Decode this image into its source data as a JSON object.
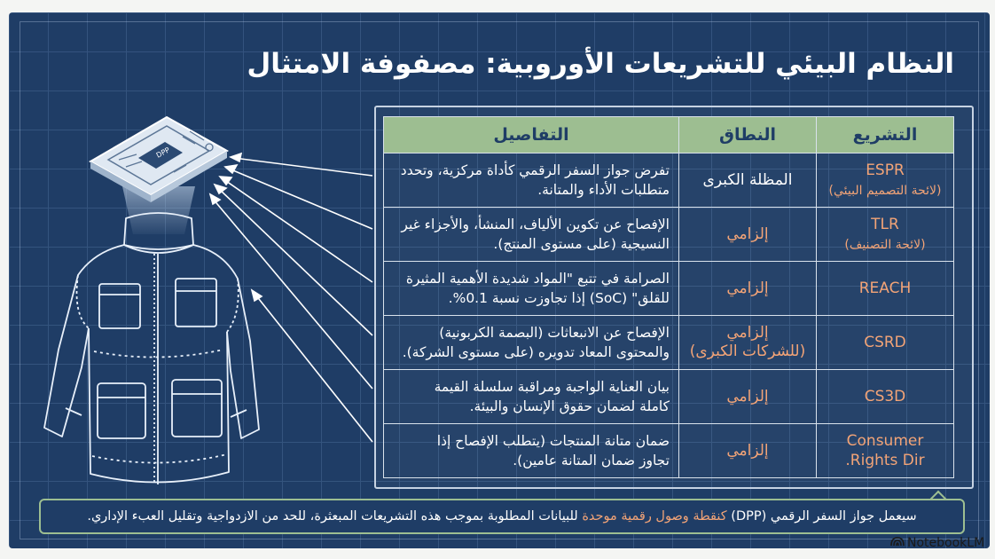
{
  "title": "النظام البيئي للتشريعات الأوروبية: مصفوفة الامتثال",
  "table": {
    "headers": {
      "law": "التشريع",
      "scope": "النطاق",
      "details": "التفاصيل"
    },
    "rows": [
      {
        "law": "ESPR",
        "law_sub": "(لائحة التصميم البيئي)",
        "scope_line1": "المظلة الكبرى",
        "scope_line2": "",
        "details_line1": "تفرض جواز السفر الرقمي كأداة مركزية، وتحدد",
        "details_line2": "متطلبات الأداء والمتانة."
      },
      {
        "law": "TLR",
        "law_sub": "(لائحة التصنيف)",
        "scope_line1": "إلزامي",
        "scope_line2": "",
        "details_line1": "الإفصاح عن تكوين الألياف، المنشأ، والأجزاء غير",
        "details_line2": "النسيجية (على مستوى المنتج)."
      },
      {
        "law": "REACH",
        "law_sub": "",
        "scope_line1": "إلزامي",
        "scope_line2": "",
        "details_line1": "الصرامة في تتبع \"المواد شديدة الأهمية المثيرة",
        "details_line2": "للقلق\" (SoC) إذا تجاوزت نسبة 0.1%."
      },
      {
        "law": "CSRD",
        "law_sub": "",
        "scope_line1": "إلزامي",
        "scope_line2": "(للشركات الكبرى)",
        "details_line1": "الإفصاح عن الانبعاثات (البصمة الكربونية)",
        "details_line2": "والمحتوى المعاد تدويره (على مستوى الشركة)."
      },
      {
        "law": "CS3D",
        "law_sub": "",
        "scope_line1": "إلزامي",
        "scope_line2": "",
        "details_line1": "بيان العناية الواجبة ومراقبة سلسلة القيمة",
        "details_line2": "كاملة لضمان حقوق الإنسان والبيئة."
      },
      {
        "law": "Consumer",
        "law_sub": "Rights Dir.",
        "scope_line1": "إلزامي",
        "scope_line2": "",
        "details_line1": "ضمان متانة المنتجات (يتطلب الإفصاح إذا",
        "details_line2": "تجاوز ضمان المتانة عامين)."
      }
    ]
  },
  "note": {
    "part1": "سيعمل جواز السفر الرقمي (DPP) ",
    "highlight": "كنقطة وصول رقمية موحدة",
    "part2": " للبيانات المطلوبة بموجب هذه التشريعات المبعثرة، للحد من الازدواجية وتقليل العبء الإداري."
  },
  "chip_label": "DPP",
  "brand": "NotebookLM",
  "icons": {
    "brand": "notebooklm-logo-icon",
    "chip": "dpp-chip-icon",
    "jacket": "jacket-illustration"
  },
  "colors": {
    "background": "#1f3d66",
    "header": "#9dbe91",
    "accent": "#f3a477",
    "text": "#ffffff"
  }
}
